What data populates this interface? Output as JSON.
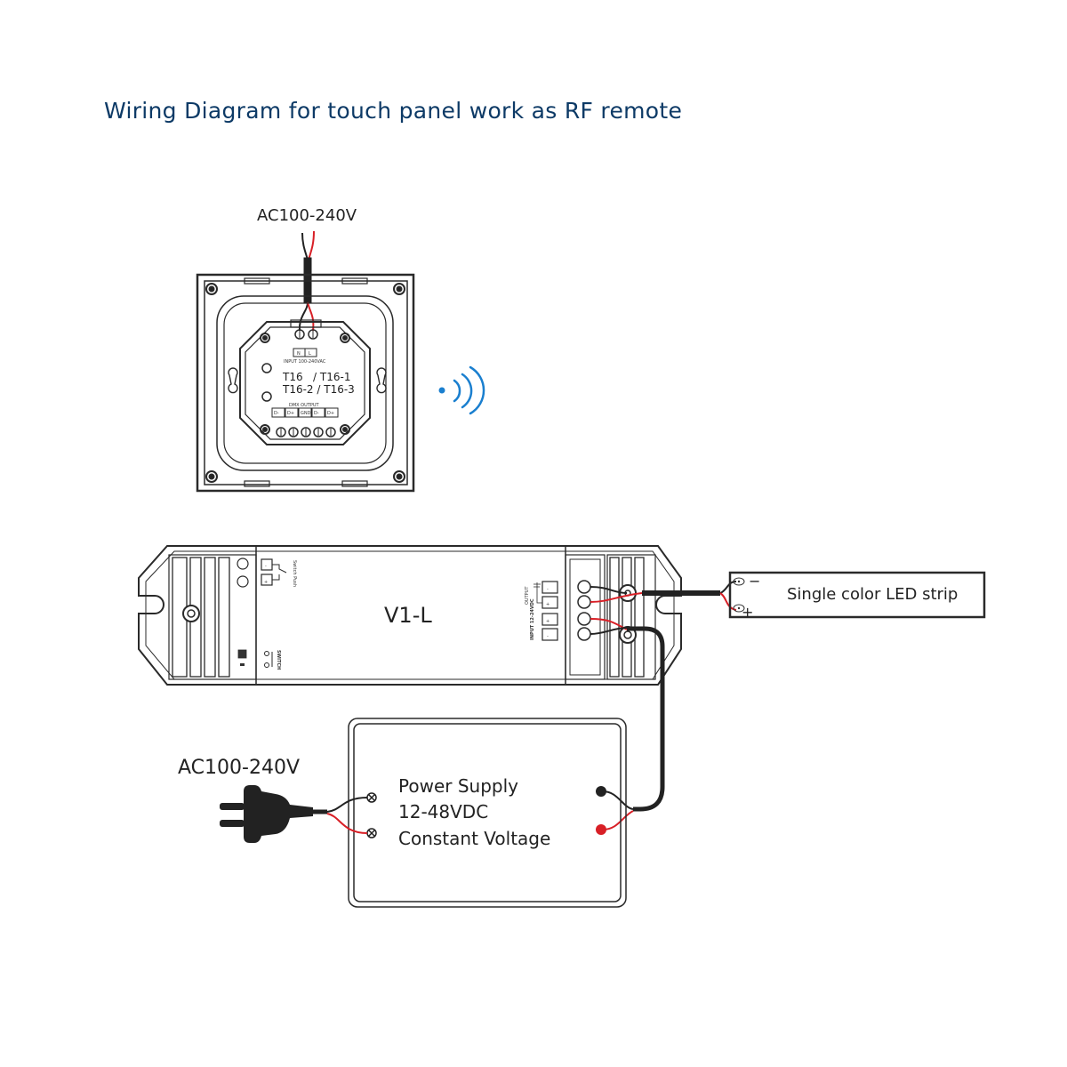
{
  "title": "Wiring Diagram for touch panel work as RF remote",
  "colors": {
    "title": "#0d3a66",
    "line": "#2a2a2a",
    "wire_black": "#222222",
    "wire_red": "#d81f26",
    "rf_signal": "#1a7fcf"
  },
  "touch_panel": {
    "power_label": "AC100-240V",
    "model_line1": "T16   / T16-1",
    "model_line2": "T16-2 / T16-3",
    "input_terminals": [
      "N",
      "L"
    ],
    "input_label": "INPUT 100-240VAC",
    "output_label": "DMX OUTPUT",
    "output_terminals": [
      "D-",
      "D+",
      "GND",
      "D-",
      "D+"
    ]
  },
  "rf_icon": "wireless-signal-icon",
  "controller": {
    "model": "V1-L",
    "push_label": "Switch Push",
    "switch_label": "SWITCH",
    "output_label": "OUTPUT",
    "input_label": "INPUT 12-24VDC",
    "output_terminals": [
      "-",
      "+"
    ],
    "input_terminals": [
      "+",
      "-"
    ],
    "push_terminals": [
      "-",
      "+"
    ]
  },
  "led_strip": {
    "label": "Single color LED strip",
    "minus": "−",
    "plus": "+"
  },
  "power_supply": {
    "ac_label": "AC100-240V",
    "line1": "Power Supply",
    "line2": "12-48VDC",
    "line3": "Constant Voltage"
  }
}
